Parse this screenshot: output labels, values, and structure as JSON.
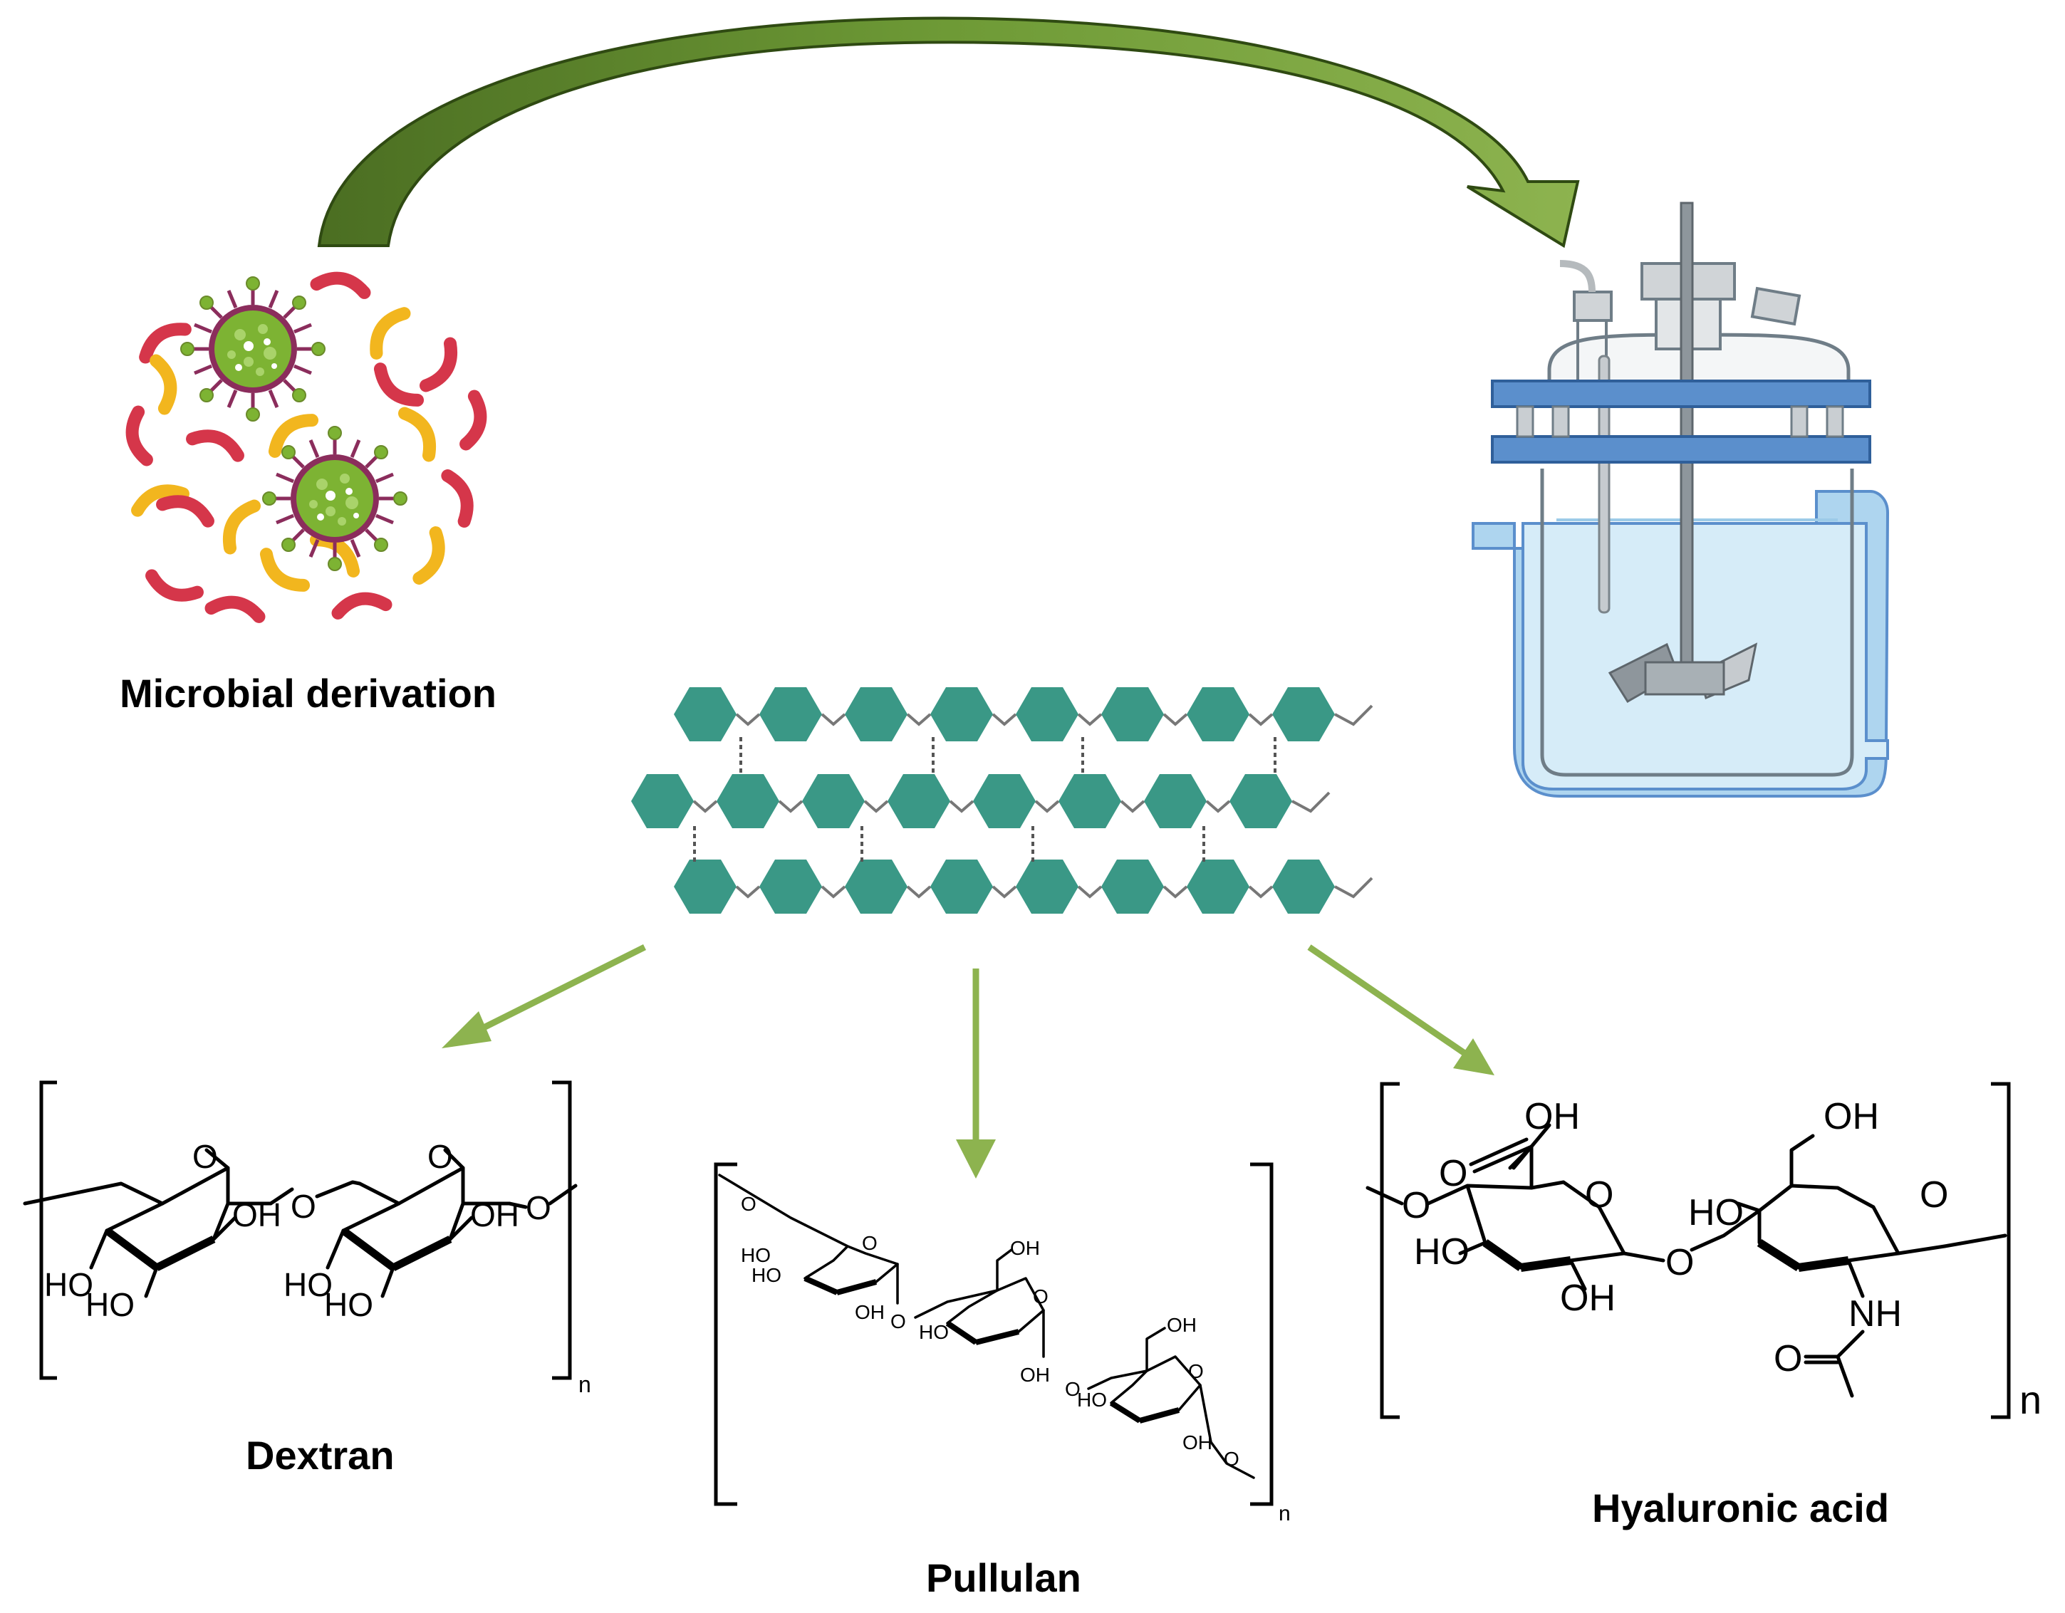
{
  "labels": {
    "microbial": "Microbial derivation",
    "dextran": "Dextran",
    "pullulan": "Pullulan",
    "hyaluronic": "Hyaluronic acid"
  },
  "chem_text": {
    "o": "O",
    "oh": "OH",
    "ho": "HO",
    "nh": "NH",
    "n": "n"
  },
  "colors": {
    "curved_arrow": "#6e9a36",
    "curved_arrow_dark": "#3f5e1b",
    "green_arrows": "#8db34f",
    "hexagon": "#3a9886",
    "microbe_red": "#d5364a",
    "microbe_yellow": "#f2b61e",
    "virus_green": "#7db333",
    "virus_purple": "#8b2d5c",
    "reactor_blue": "#5b8fcc",
    "reactor_liquid": "#d6ecf8",
    "reactor_glass": "#aed5ef"
  },
  "icons": [
    "microbes-virus-cluster-icon",
    "bioreactor-icon",
    "polysaccharide-chain-icon"
  ]
}
